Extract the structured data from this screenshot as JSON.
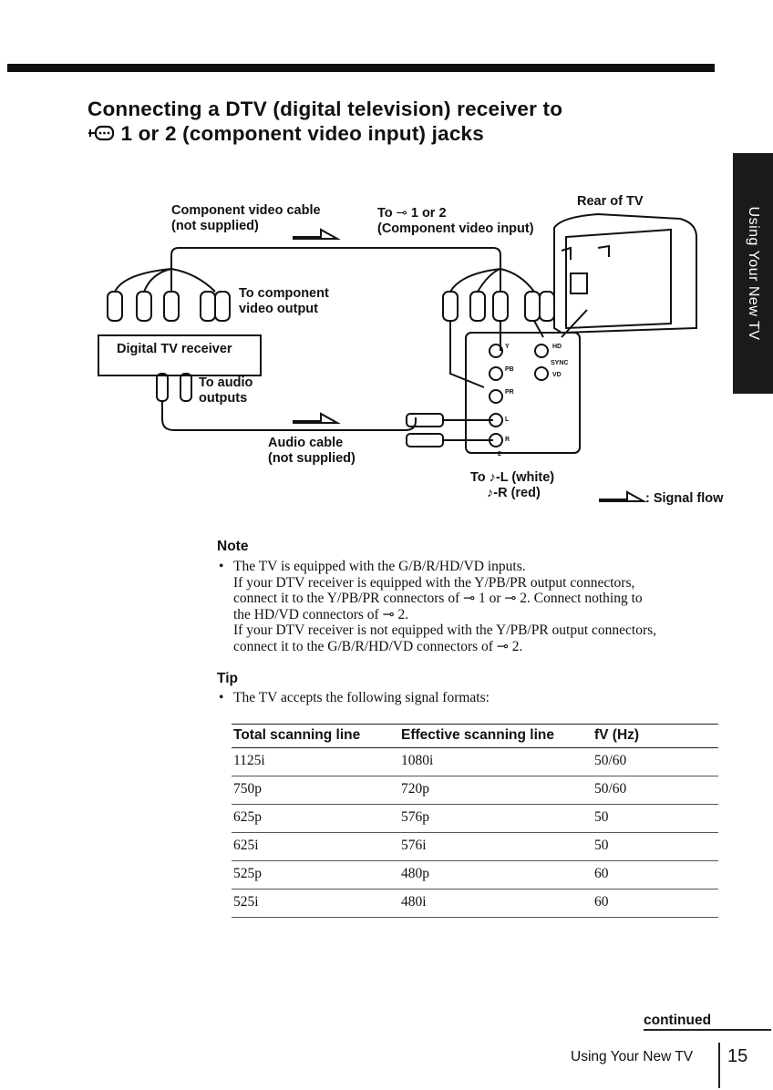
{
  "title": {
    "line1": "Connecting a DTV (digital television) receiver to",
    "line2": "1 or 2 (component video input) jacks"
  },
  "side_tab": "Using Your New TV",
  "diagram": {
    "component_cable": "Component video cable",
    "not_supplied_1": "(not supplied)",
    "to_input_a": "To",
    "to_input_b": "1 or 2",
    "component_input": "(Component video input)",
    "rear_of_tv": "Rear of TV",
    "to_component_output_1": "To component",
    "to_component_output_2": "video output",
    "digital_tv_receiver": "Digital TV receiver",
    "to_audio_1": "To audio",
    "to_audio_2": "outputs",
    "audio_cable": "Audio cable",
    "not_supplied_2": "(not supplied)",
    "to_audio_l": "-L (white)",
    "to_audio_r": "-R (red)",
    "to_prefix": "To",
    "signal_flow": ": Signal flow",
    "jack_labels": [
      "Y",
      "PB",
      "PR",
      "L",
      "R",
      "2",
      "SYNC",
      "HD",
      "VD"
    ]
  },
  "note": {
    "heading": "Note",
    "bullet": "•",
    "lines": [
      "The TV is equipped with the G/B/R/HD/VD inputs.",
      "If your DTV receiver is equipped with the Y/PB/PR output connectors,",
      "connect it to the Y/PB/PR connectors of",
      "1 or",
      "2.  Connect nothing to",
      "the HD/VD connectors of",
      "2.",
      "If your DTV receiver is not equipped with the Y/PB/PR output connectors,",
      "connect it to the G/B/R/HD/VD connectors of",
      "2."
    ]
  },
  "tip": {
    "heading": "Tip",
    "bullet": "•",
    "line": "The TV accepts the following signal formats:"
  },
  "table": {
    "headers": [
      "Total scanning line",
      "Effective scanning line",
      "fV (Hz)"
    ],
    "rows": [
      [
        "1125i",
        "1080i",
        "50/60"
      ],
      [
        "750p",
        "720p",
        "50/60"
      ],
      [
        "625p",
        "576p",
        "50"
      ],
      [
        "625i",
        "576i",
        "50"
      ],
      [
        "525p",
        "480p",
        "60"
      ],
      [
        "525i",
        "480i",
        "60"
      ]
    ]
  },
  "footer": {
    "continued": "continued",
    "section": "Using Your New TV",
    "page": "15"
  }
}
